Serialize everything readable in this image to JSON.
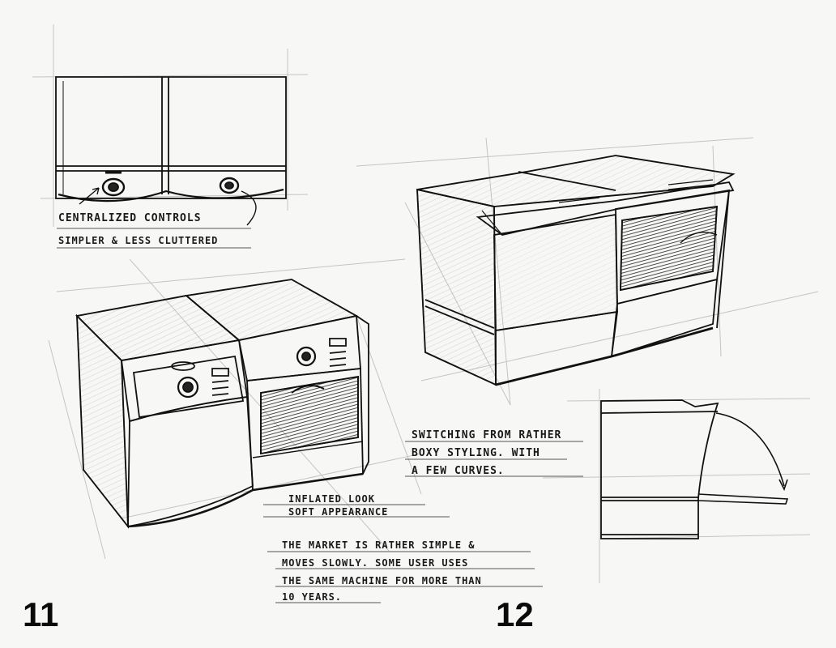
{
  "notes": {
    "sketch_11_top": {
      "line1": "CENTRALIZED CONTROLS",
      "line2": "SIMPLER & LESS CLUTTERED"
    },
    "sketch_11_bottom": {
      "line1": "INFLATED LOOK",
      "line2": "SOFT APPEARANCE"
    },
    "sketch_12": {
      "line1": "SWITCHING FROM RATHER",
      "line2": "BOXY STYLING. WITH",
      "line3": "A FEW CURVES."
    },
    "market": {
      "line1": "THE MARKET IS RATHER SIMPLE &",
      "line2": "MOVES SLOWLY. SOME USER USES",
      "line3": "THE SAME MACHINE FOR MORE THAN",
      "line4": "10 YEARS."
    }
  },
  "page_numbers": {
    "left": "11",
    "right": "12"
  }
}
